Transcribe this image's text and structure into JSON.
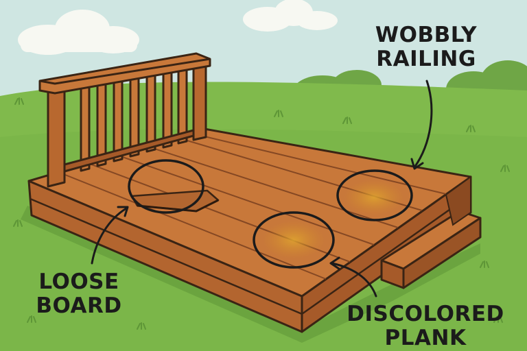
{
  "annotations": {
    "railing": {
      "line1": "WOBBLY",
      "line2": "RAILING"
    },
    "loose_board": {
      "line1": "LOOSE",
      "line2": "BOARD"
    },
    "discolored": {
      "line1": "DISCOLORED",
      "line2": "PLANK"
    }
  },
  "colors": {
    "sky": "#cfe6e2",
    "grass": "#7db84a",
    "wood": "#c8783a",
    "wood_dark": "#9a5426",
    "outline": "#3a2414",
    "ink": "#1b1b1b",
    "stain": "#d99a2e"
  }
}
